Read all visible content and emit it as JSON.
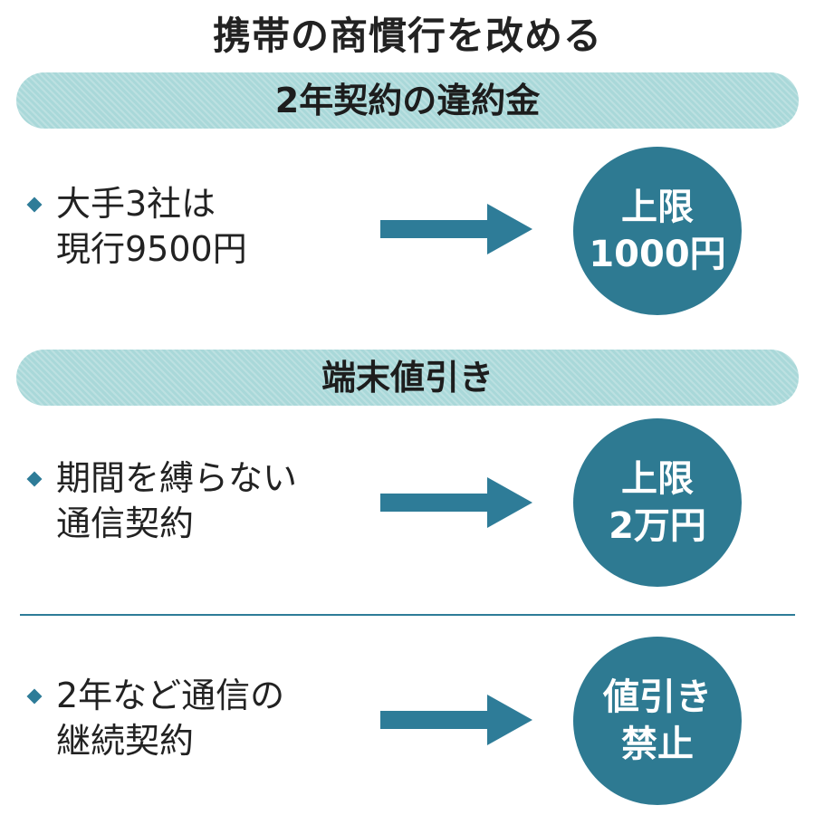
{
  "title": "携帯の商慣行を改める",
  "sections": [
    {
      "band_label": "2年契約の違約金",
      "rows": [
        {
          "text_lines": [
            "大手3社は",
            "現行9500円"
          ],
          "result_lines": [
            "上限",
            "1000円"
          ]
        }
      ]
    },
    {
      "band_label": "端末値引き",
      "rows": [
        {
          "text_lines": [
            "期間を縛らない",
            "通信契約"
          ],
          "result_lines": [
            "上限",
            "2万円"
          ]
        },
        {
          "text_lines": [
            "2年など通信の",
            "継続契約"
          ],
          "result_lines": [
            "値引き",
            "禁止"
          ]
        }
      ]
    }
  ],
  "colors": {
    "band": "#a9d8d9",
    "circle": "#2e7a92",
    "arrow": "#2e7c98",
    "bullet": "#2e7c98",
    "divider": "#2e7c98"
  },
  "icons": {
    "bullet": "diamond-bullet-icon",
    "arrow": "right-arrow-icon"
  }
}
